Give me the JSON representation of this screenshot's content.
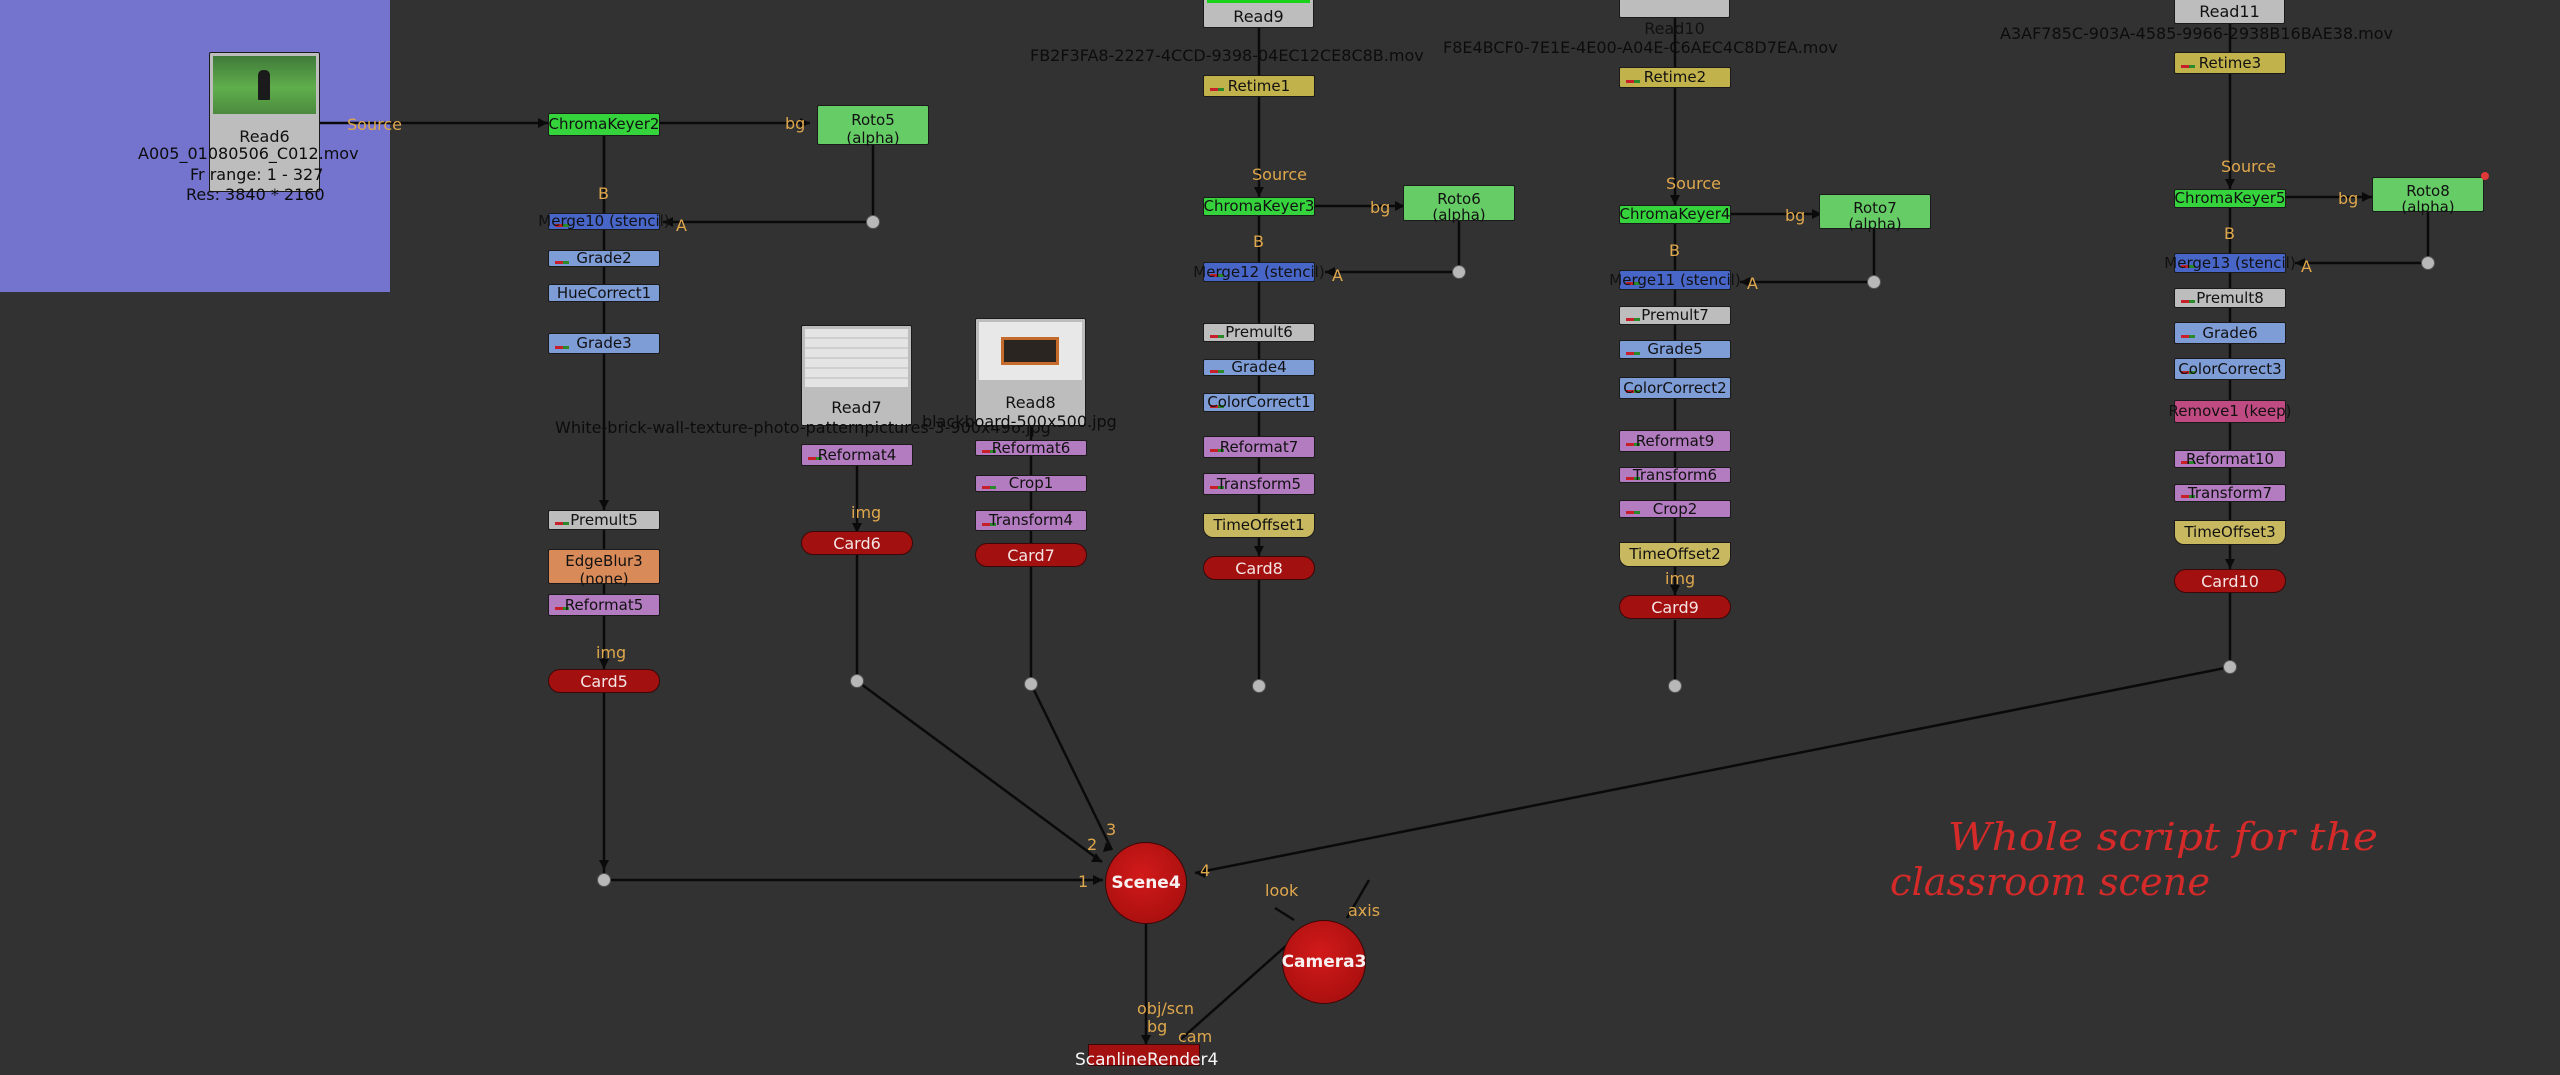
{
  "annotation": {
    "line1": "Whole script for the",
    "line2": "classroom scene"
  },
  "nodes": {
    "read6": {
      "title": "Read6",
      "file": "A005_01080506_C012.mov",
      "frame_range": "Fr range: 1 - 327",
      "res": "Res: 3840 * 2160"
    },
    "read7": {
      "title": "Read7",
      "file": "White-brick-wall-texture-photo-patternpictures-3-900x496.jpg"
    },
    "read8": {
      "title": "Read8",
      "file": "blackboard-500x500.jpg"
    },
    "read9": {
      "title": "Read9",
      "file": "FB2F3FA8-2227-4CCD-9398-04EC12CE8C8B.mov"
    },
    "read10": {
      "title": "Read10",
      "file": "F8E4BCF0-7E1E-4E00-A04E-C6AEC4C8D7EA.mov"
    },
    "read11": {
      "title": "Read11",
      "file": "A3AF785C-903A-4585-9966-2938B16BAE38.mov"
    },
    "chromakeyer2": "ChromaKeyer2",
    "chromakeyer3": "ChromaKeyer3",
    "chromakeyer4": "ChromaKeyer4",
    "chromakeyer5": "ChromaKeyer5",
    "roto5": {
      "title": "Roto5",
      "sub": "(alpha)"
    },
    "roto6": {
      "title": "Roto6",
      "sub": "(alpha)"
    },
    "roto7": {
      "title": "Roto7",
      "sub": "(alpha)"
    },
    "roto8": {
      "title": "Roto8",
      "sub": "(alpha)"
    },
    "merge10": "Merge10 (stencil)",
    "merge12": "Merge12 (stencil)",
    "merge11": "Merge11 (stencil)",
    "merge13": "Merge13 (stencil)",
    "grade2": "Grade2",
    "huecorrect1": "HueCorrect1",
    "grade3": "Grade3",
    "premult5": "Premult5",
    "edgeblur3": {
      "title": "EdgeBlur3",
      "sub": "(none)"
    },
    "reformat5": "Reformat5",
    "card5": "Card5",
    "reformat4": "Reformat4",
    "card6": "Card6",
    "reformat6": "Reformat6",
    "crop1": "Crop1",
    "transform4": "Transform4",
    "card7": "Card7",
    "retime1": "Retime1",
    "premult6": "Premult6",
    "grade4": "Grade4",
    "colorcorrect1": "ColorCorrect1",
    "reformat7": "Reformat7",
    "transform5": "Transform5",
    "timeoffset1": "TimeOffset1",
    "card8": "Card8",
    "retime2": "Retime2",
    "premult7": "Premult7",
    "grade5": "Grade5",
    "colorcorrect2": "ColorCorrect2",
    "reformat9": "Reformat9",
    "transform6": "Transform6",
    "crop2": "Crop2",
    "timeoffset2": "TimeOffset2",
    "card9": "Card9",
    "retime3": "Retime3",
    "premult8": "Premult8",
    "grade6": "Grade6",
    "colorcorrect3": "ColorCorrect3",
    "remove1": "Remove1 (keep)",
    "reformat10": "Reformat10",
    "transform7": "Transform7",
    "timeoffset3": "TimeOffset3",
    "card10": "Card10",
    "scene4": "Scene4",
    "camera3": "Camera3",
    "scanlinerender4": "ScanlineRender4"
  },
  "pipe_labels": {
    "source": "Source",
    "bg": "bg",
    "b": "B",
    "a": "A",
    "img": "img",
    "look": "look",
    "axis": "axis",
    "obj_scn": "obj/scn",
    "cam": "cam",
    "in1": "1",
    "in2": "2",
    "in3": "3",
    "in4": "4"
  },
  "colors": {
    "canvas": "#323232",
    "backdrop": "#7474cf",
    "card_red": "#a31010",
    "annotation_red": "#d42a2a",
    "pipe_label": "#e0a84c"
  }
}
